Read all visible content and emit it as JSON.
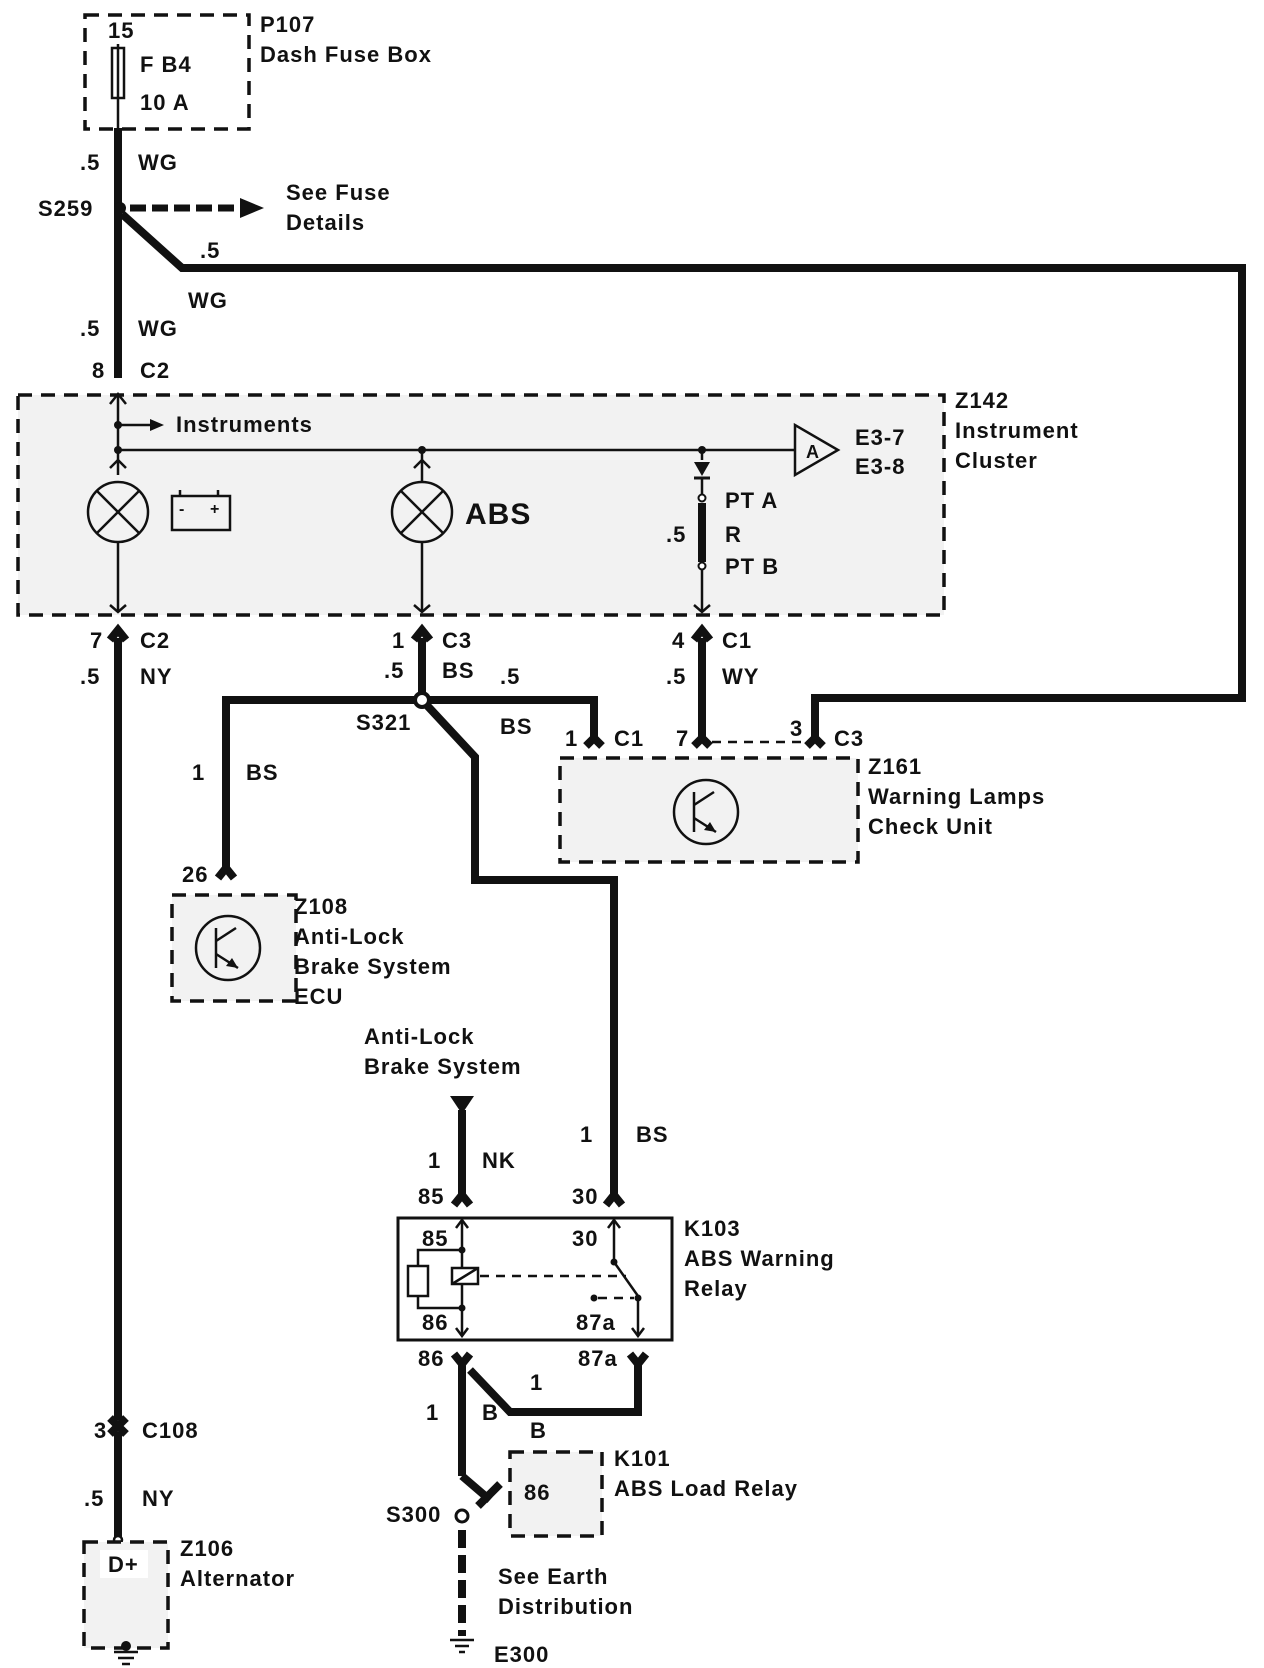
{
  "fuse_box": {
    "number": "15",
    "fuse": "F B4",
    "rating": "10 A",
    "id": "P107",
    "name": "Dash Fuse Box"
  },
  "top_wire": {
    "size": ".5",
    "color": "WG"
  },
  "splice_s259": {
    "id": "S259",
    "ref": [
      "See Fuse",
      "Details"
    ]
  },
  "branch_wire": {
    "size": ".5",
    "color": "WG"
  },
  "cluster_in_wire": {
    "size": ".5",
    "color": "WG",
    "pin": "8",
    "conn": "C2"
  },
  "cluster": {
    "id": "Z142",
    "name": [
      "Instrument",
      "Cluster"
    ],
    "instruments_label": "Instruments",
    "abs_label": "ABS",
    "gauge_letter": "A",
    "gauge_refs": [
      "E3-7",
      "E3-8"
    ],
    "pt_a": "PT A",
    "pt_b": "PT B",
    "resistor_size": ".5",
    "resistor_label": "R"
  },
  "charge_out": {
    "pin": "7",
    "conn": "C2",
    "size": ".5",
    "color": "NY"
  },
  "abs_out": {
    "pin": "1",
    "conn": "C3",
    "size": ".5",
    "color": "BS"
  },
  "pt_out": {
    "pin": "4",
    "conn": "C1",
    "size": ".5",
    "color": "WY"
  },
  "splice_s321": {
    "id": "S321",
    "size": ".5",
    "color": "BS"
  },
  "check_unit": {
    "id": "Z161",
    "name": [
      "Warning Lamps",
      "Check Unit"
    ],
    "pin_c1": "1",
    "conn_c1": "C1",
    "pin_7": "7",
    "pin_3": "3",
    "conn_c3": "C3"
  },
  "ecu_wire": {
    "size": "1",
    "color": "BS",
    "pin": "26"
  },
  "ecu": {
    "id": "Z108",
    "name": [
      "Anti-Lock",
      "Brake System",
      "ECU"
    ]
  },
  "abs_system": {
    "name": [
      "Anti-Lock",
      "Brake System"
    ]
  },
  "nk_wire": {
    "size": "1",
    "color": "NK",
    "pin": "85"
  },
  "relay_feed": {
    "size": "1",
    "color": "BS",
    "pin": "30"
  },
  "warning_relay": {
    "id": "K103",
    "name": [
      "ABS Warning",
      "Relay"
    ],
    "pins": {
      "p85": "85",
      "p30": "30",
      "p86": "86",
      "p87a": "87a"
    }
  },
  "relay_out": {
    "pin86": "86",
    "pin87a": "87a",
    "size_link": "1",
    "size_main": "1",
    "color_main": "B",
    "color_link": "B"
  },
  "load_relay": {
    "id": "K101",
    "name": "ABS Load Relay",
    "pin": "86"
  },
  "splice_s300": {
    "id": "S300",
    "ref": [
      "See Earth",
      "Distribution"
    ],
    "earth": "E300"
  },
  "alt_conn": {
    "pin": "3",
    "conn": "C108",
    "size": ".5",
    "color": "NY"
  },
  "alternator": {
    "id": "Z106",
    "name": "Alternator",
    "terminal": "D+"
  }
}
